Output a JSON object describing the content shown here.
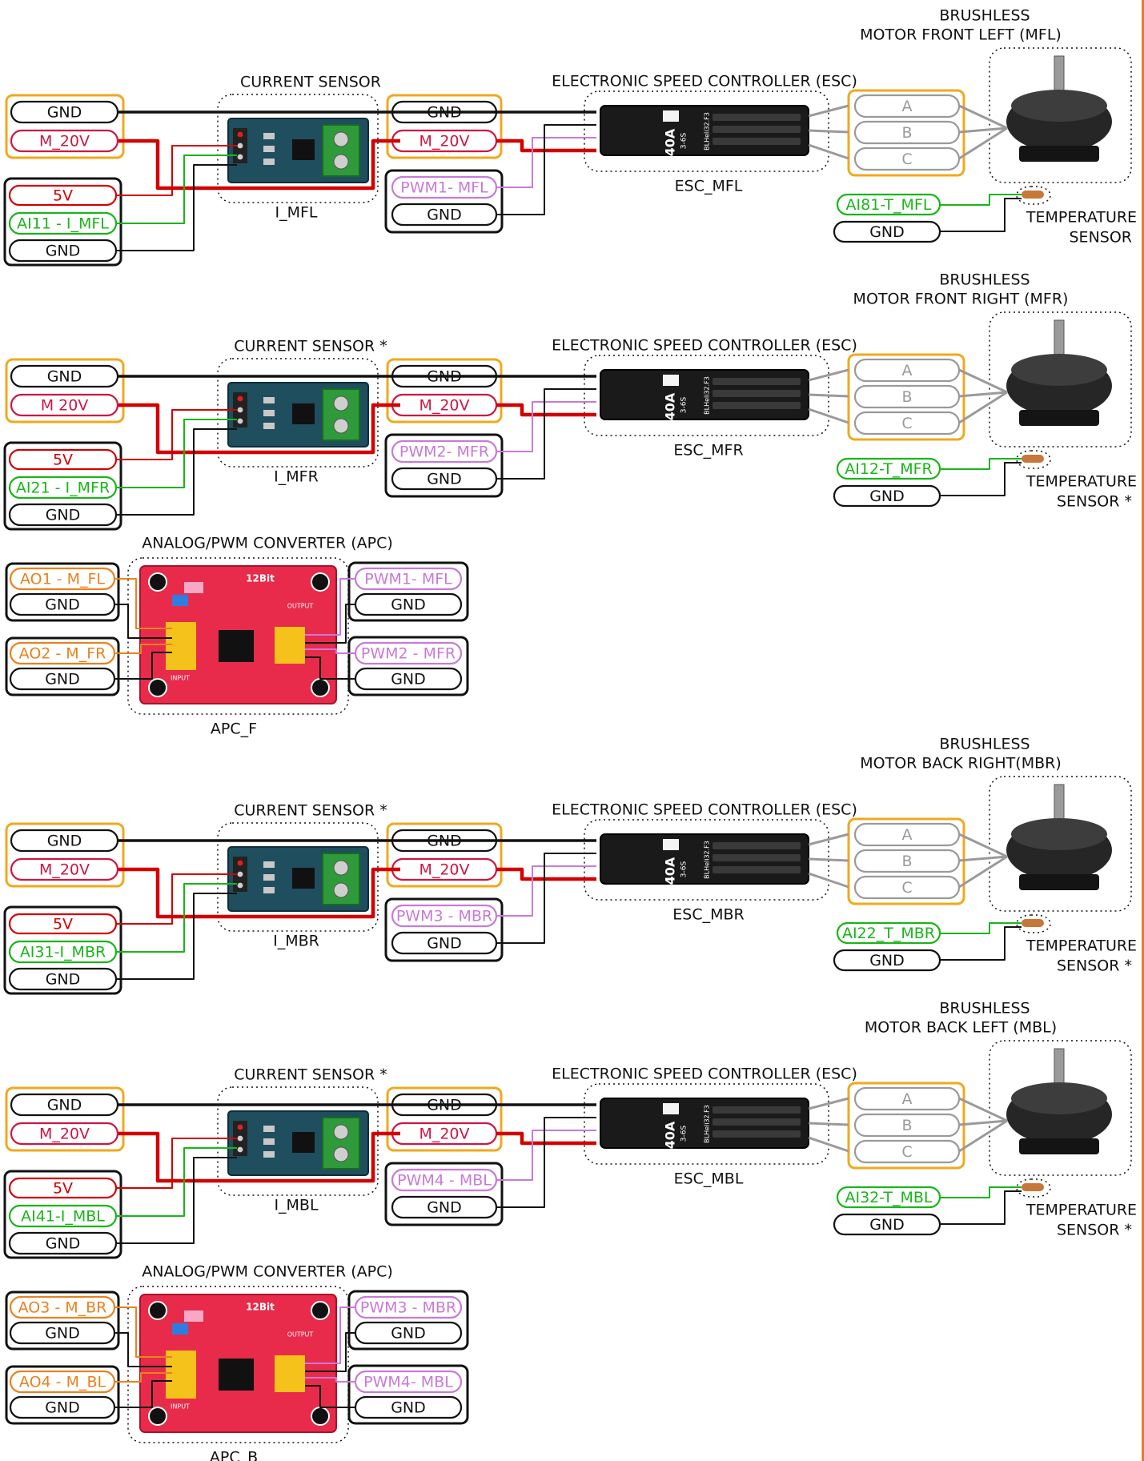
{
  "colors": {
    "black": "#111111",
    "power": "#d40000",
    "power_text": "#cc1744",
    "signal": "#19b519",
    "pwm": "#c87ad8",
    "analog": "#e8821e",
    "group": "#f0a81e",
    "phase": "#9a9a9a",
    "pcb_sensor": "#1f4e5e",
    "pcb_apc": "#e82b4a",
    "esc": "#1a1a1a",
    "border": "#e8782b"
  },
  "labels": {
    "current_sensor": "CURRENT SENSOR",
    "current_sensor_star": "CURRENT SENSOR *",
    "esc_title": "ELECTRONIC SPEED CONTROLLER (ESC)",
    "brushless": "BRUSHLESS",
    "temperature": "TEMPERATURE",
    "sensor": "SENSOR",
    "sensor_star": "SENSOR *",
    "gnd": "GND",
    "m20v_a": "M_20V",
    "m20v_b": "M 20V",
    "v5": "5V",
    "phase_a": "A",
    "phase_b": "B",
    "phase_c": "C",
    "esc_chip_a": "40A",
    "esc_chip_b": "3-6S",
    "esc_chip_c": "BLHeli32.F3",
    "apc_chip_a": "12Bit",
    "apc_chip_b": "OUTPUT",
    "apc_chip_c": "INPUT"
  },
  "sections": [
    {
      "id": "mfl",
      "motor_title": "MOTOR FRONT LEFT (MFL)",
      "cs_title_key": "current_sensor",
      "cs_name": "I_MFL",
      "esc_name": "ESC_MFL",
      "pwm": "PWM1- MFL",
      "ai": "AI11 - I_MFL",
      "m20v_left": "M_20V",
      "m20v_right": "M_20V",
      "temp": "AI81-T_MFL",
      "sensor_key": "sensor"
    },
    {
      "id": "mfr",
      "motor_title": "MOTOR FRONT RIGHT (MFR)",
      "cs_title_key": "current_sensor_star",
      "cs_name": "I_MFR",
      "esc_name": "ESC_MFR",
      "pwm": "PWM2- MFR",
      "ai": "AI21 - I_MFR",
      "m20v_left": "M 20V",
      "m20v_right": "M_20V",
      "temp": "AI12-T_MFR",
      "sensor_key": "sensor_star"
    },
    {
      "id": "mbr",
      "motor_title": "MOTOR BACK RIGHT(MBR)",
      "cs_title_key": "current_sensor_star",
      "cs_name": "I_MBR",
      "esc_name": "ESC_MBR",
      "pwm": "PWM3 - MBR",
      "ai": "AI31-I_MBR",
      "m20v_left": "M_20V",
      "m20v_right": "M_20V",
      "temp": "AI22_T_MBR",
      "sensor_key": "sensor_star"
    },
    {
      "id": "mbl",
      "motor_title": "MOTOR BACK LEFT (MBL)",
      "cs_title_key": "current_sensor_star",
      "cs_name": "I_MBL",
      "esc_name": "ESC_MBL",
      "pwm": "PWM4 - MBL",
      "ai": "AI41-I_MBL",
      "m20v_left": "M_20V",
      "m20v_right": "M_20V",
      "temp": "AI32-T_MBL",
      "sensor_key": "sensor_star"
    }
  ],
  "apcs": [
    {
      "id": "apc_f",
      "title": "ANALOG/PWM CONVERTER (APC)",
      "name": "APC_F",
      "ao1": "AO1 - M_FL",
      "ao2": "AO2 - M_FR",
      "pwm1": "PWM1- MFL",
      "pwm2": "PWM2 - MFR"
    },
    {
      "id": "apc_b",
      "title": "ANALOG/PWM CONVERTER (APC)",
      "name": "APC_B",
      "ao1": "AO3 - M_BR",
      "ao2": "AO4 - M_BL",
      "pwm1": "PWM3 - MBR",
      "pwm2": "PWM4- MBL"
    }
  ]
}
